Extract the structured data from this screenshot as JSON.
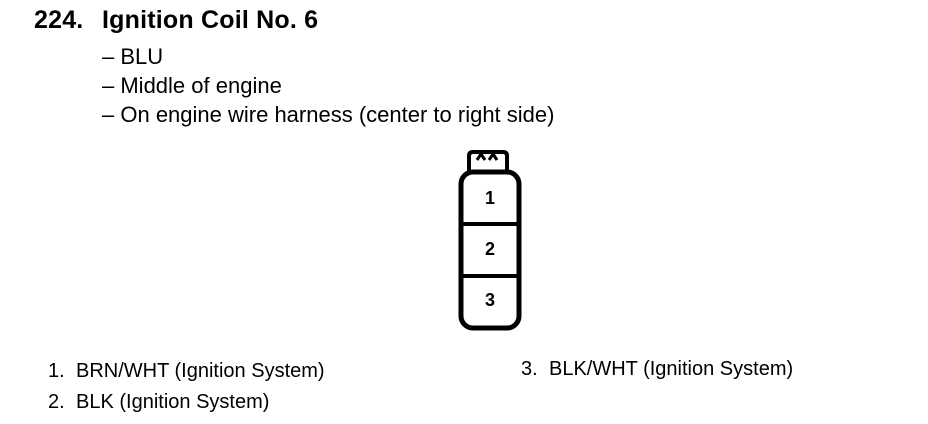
{
  "connector": {
    "number": "224.",
    "name": "Ignition Coil No. 6",
    "details": [
      "BLU",
      "Middle of engine",
      "On engine wire harness (center to right side)"
    ]
  },
  "terminals": {
    "pins": [
      "1",
      "2",
      "3"
    ],
    "legend": [
      {
        "number": "1.",
        "text": "BRN/WHT (Ignition System)"
      },
      {
        "number": "2.",
        "text": "BLK (Ignition System)"
      },
      {
        "number": "3.",
        "text": "BLK/WHT (Ignition System)"
      }
    ]
  }
}
